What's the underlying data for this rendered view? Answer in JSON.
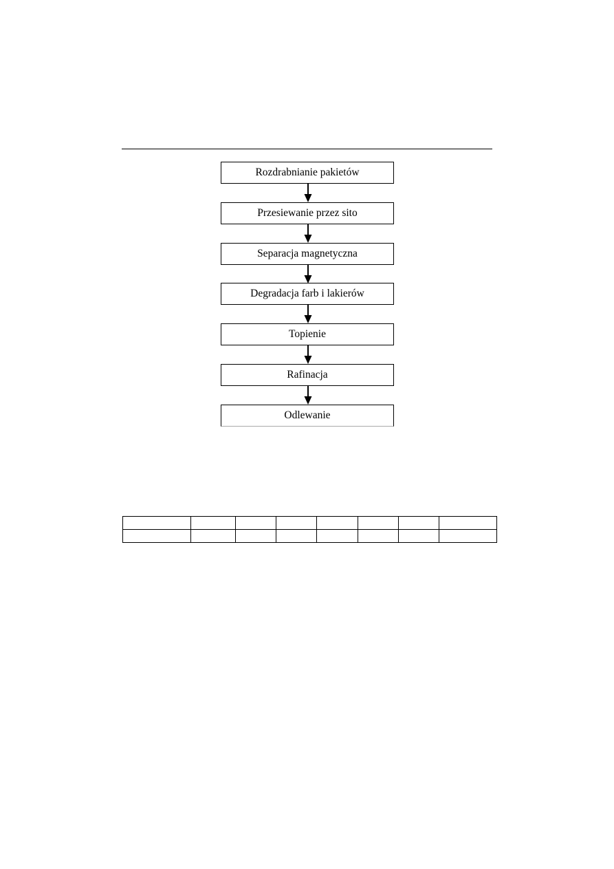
{
  "flowchart": {
    "steps": [
      "Rozdrabnianie pakietów",
      "Przesiewanie przez sito",
      "Separacja magnetyczna",
      "Degradacja farb i lakierów",
      "Topienie",
      "Rafinacja",
      "Odlewanie"
    ]
  },
  "table": {
    "rows": [
      [
        "",
        "",
        "",
        "",
        "",
        "",
        "",
        ""
      ],
      [
        "",
        "",
        "",
        "",
        "",
        "",
        "",
        ""
      ]
    ]
  }
}
